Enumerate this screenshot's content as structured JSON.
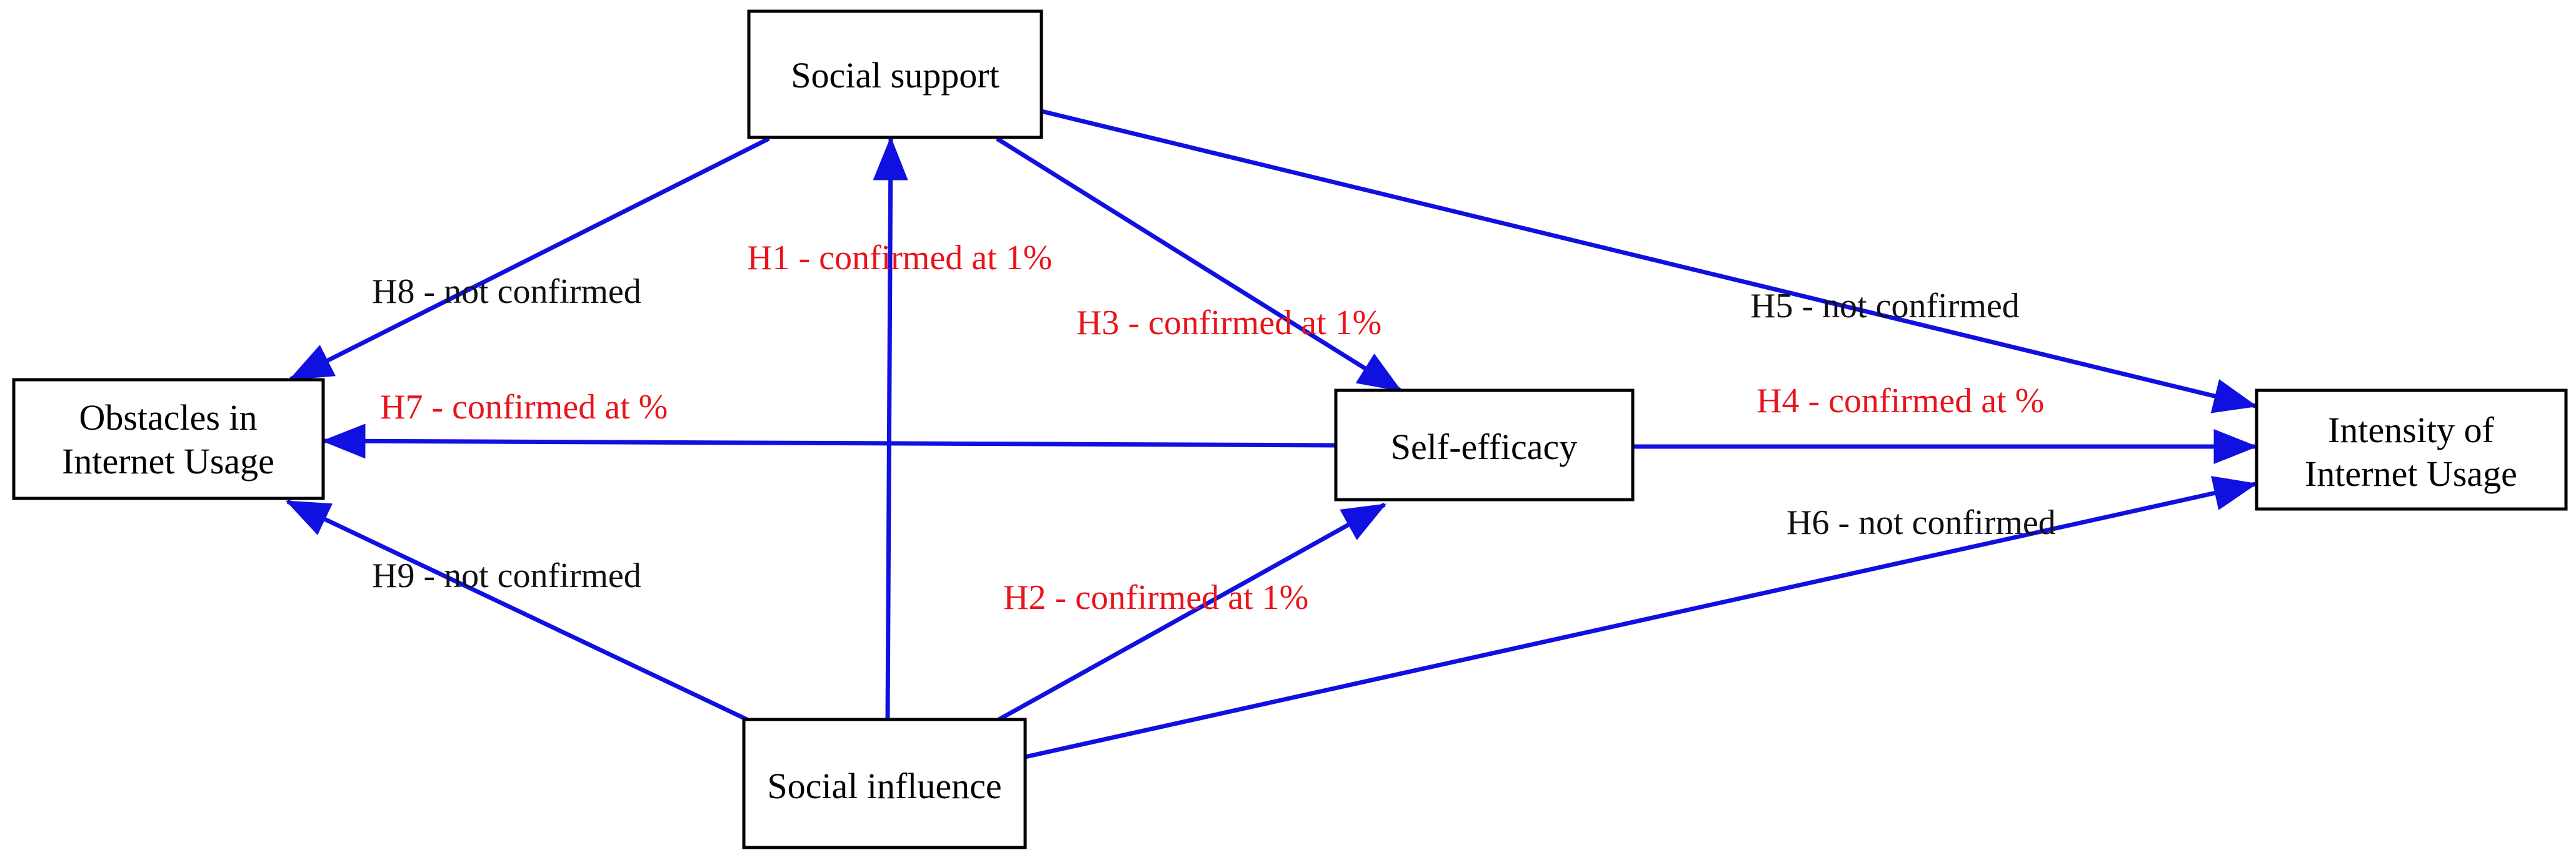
{
  "colors": {
    "arrow": "#1010e0",
    "confirmed": "#e8141c",
    "not_confirmed": "#111111"
  },
  "nodes": {
    "social_support": {
      "lines": [
        "Social support"
      ]
    },
    "obstacles": {
      "lines": [
        "Obstacles in",
        "Internet Usage"
      ]
    },
    "self_efficacy": {
      "lines": [
        "Self-efficacy"
      ]
    },
    "intensity": {
      "lines": [
        "Intensity of",
        "Internet Usage"
      ]
    },
    "social_influence": {
      "lines": [
        "Social influence"
      ]
    }
  },
  "edges": {
    "h1": {
      "label": "H1 - confirmed at 1%",
      "from": "social_influence",
      "to": "social_support",
      "status": "confirmed"
    },
    "h2": {
      "label": "H2 - confirmed at 1%",
      "from": "social_influence",
      "to": "self_efficacy",
      "status": "confirmed"
    },
    "h3": {
      "label": "H3 - confirmed at 1%",
      "from": "social_support",
      "to": "self_efficacy",
      "status": "confirmed"
    },
    "h4": {
      "label": "H4 - confirmed at %",
      "from": "self_efficacy",
      "to": "intensity",
      "status": "confirmed"
    },
    "h5": {
      "label": "H5 - not confirmed",
      "from": "social_support",
      "to": "intensity",
      "status": "not_confirmed"
    },
    "h6": {
      "label": "H6 - not confirmed",
      "from": "social_influence",
      "to": "intensity",
      "status": "not_confirmed"
    },
    "h7": {
      "label": "H7 - confirmed at %",
      "from": "self_efficacy",
      "to": "obstacles",
      "status": "confirmed"
    },
    "h8": {
      "label": "H8 - not confirmed",
      "from": "social_support",
      "to": "obstacles",
      "status": "not_confirmed"
    },
    "h9": {
      "label": "H9 - not confirmed",
      "from": "social_influence",
      "to": "obstacles",
      "status": "not_confirmed"
    }
  }
}
